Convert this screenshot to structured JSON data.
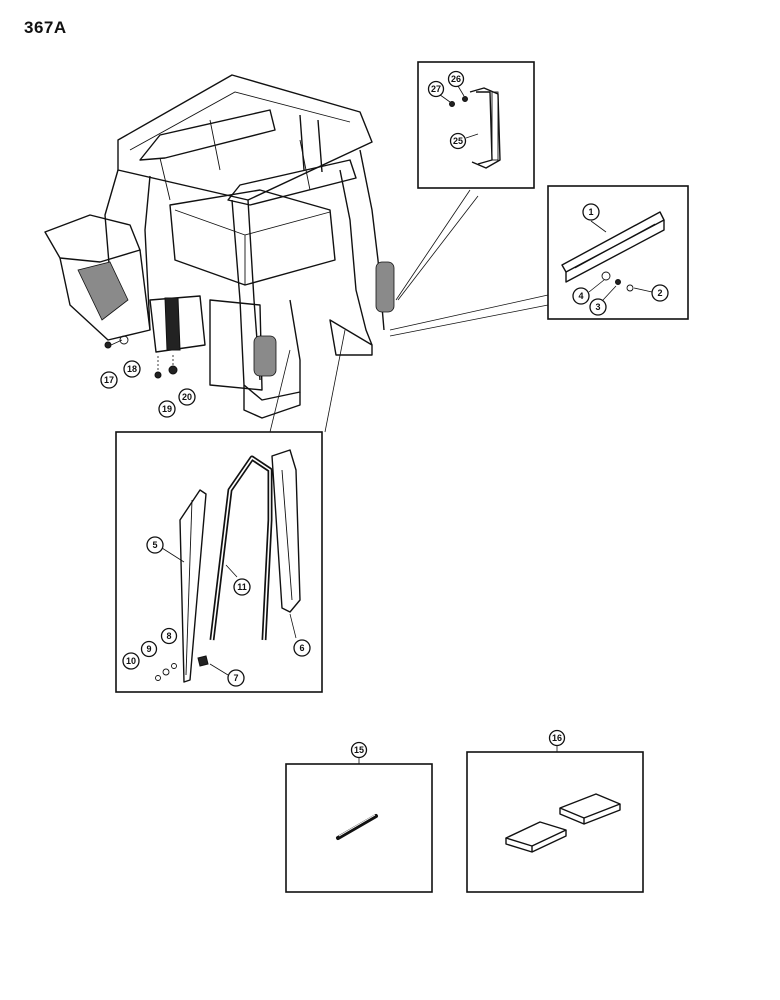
{
  "page_number": "367A",
  "callouts": {
    "c1": "1",
    "c2": "2",
    "c3": "3",
    "c4": "4",
    "c5": "5",
    "c6": "6",
    "c7": "7",
    "c8": "8",
    "c9": "9",
    "c10": "10",
    "c11": "11",
    "c15": "15",
    "c16": "16",
    "c17": "17",
    "c18": "18",
    "c19": "19",
    "c20": "20",
    "c25": "25",
    "c26": "26",
    "c27": "27"
  }
}
